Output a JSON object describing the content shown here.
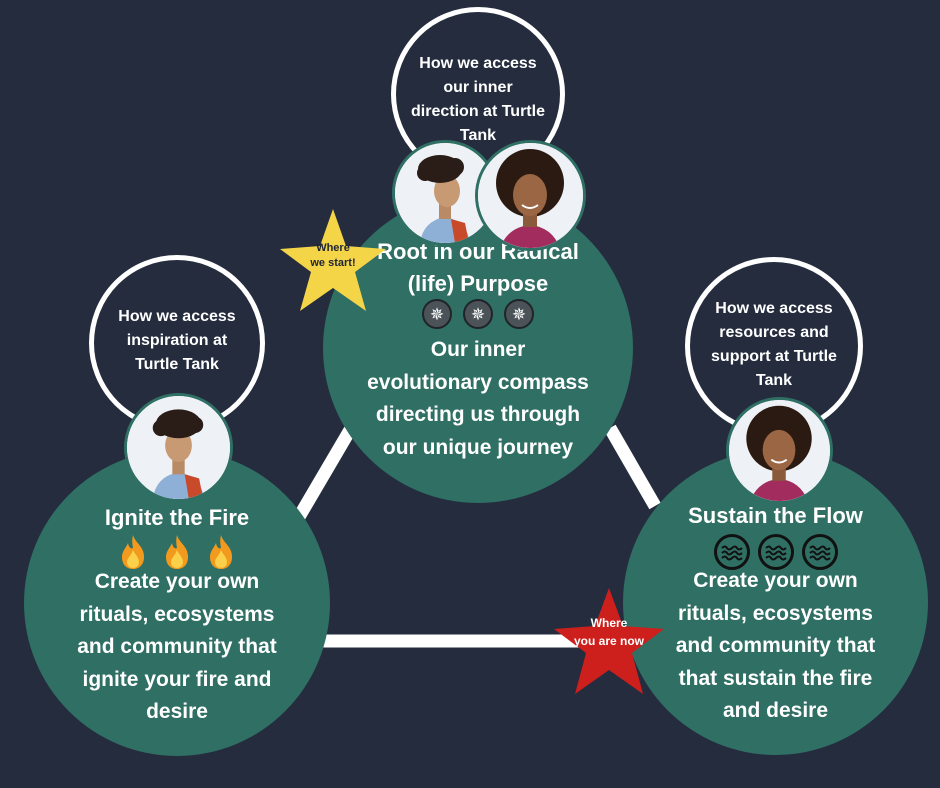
{
  "colors": {
    "background": "#242c3e",
    "disc": "#2f6f64",
    "ring": "#ffffff",
    "star_yellow": "#f5d548",
    "star_red": "#cd1f1c"
  },
  "top": {
    "bubble_lines": [
      "How we access",
      "our inner",
      "direction at Turtle",
      "Tank"
    ],
    "title_lines": [
      "Root in our Radical",
      "(life) Purpose"
    ],
    "icon": "compass-icon",
    "desc_lines": [
      "Our inner",
      "evolutionary compass",
      "directing us through",
      "our unique journey"
    ]
  },
  "left": {
    "bubble_lines": [
      "How we access",
      "inspiration at",
      "Turtle Tank"
    ],
    "title_lines": [
      "Ignite the Fire"
    ],
    "icon": "fire-icon",
    "desc_lines": [
      "Create your own",
      "rituals, ecosystems",
      "and community that",
      "ignite your fire and",
      "desire"
    ]
  },
  "right": {
    "bubble_lines": [
      "How we access",
      "resources and",
      "support at Turtle",
      "Tank"
    ],
    "title_lines": [
      "Sustain the Flow"
    ],
    "icon": "water-wave-icon",
    "desc_lines": [
      "Create your own",
      "rituals, ecosystems",
      "and community that",
      "that sustain the fire",
      "and desire"
    ]
  },
  "star_start": {
    "lines": [
      "Where",
      "we start!"
    ]
  },
  "star_now": {
    "lines": [
      "Where",
      "you are now"
    ]
  }
}
